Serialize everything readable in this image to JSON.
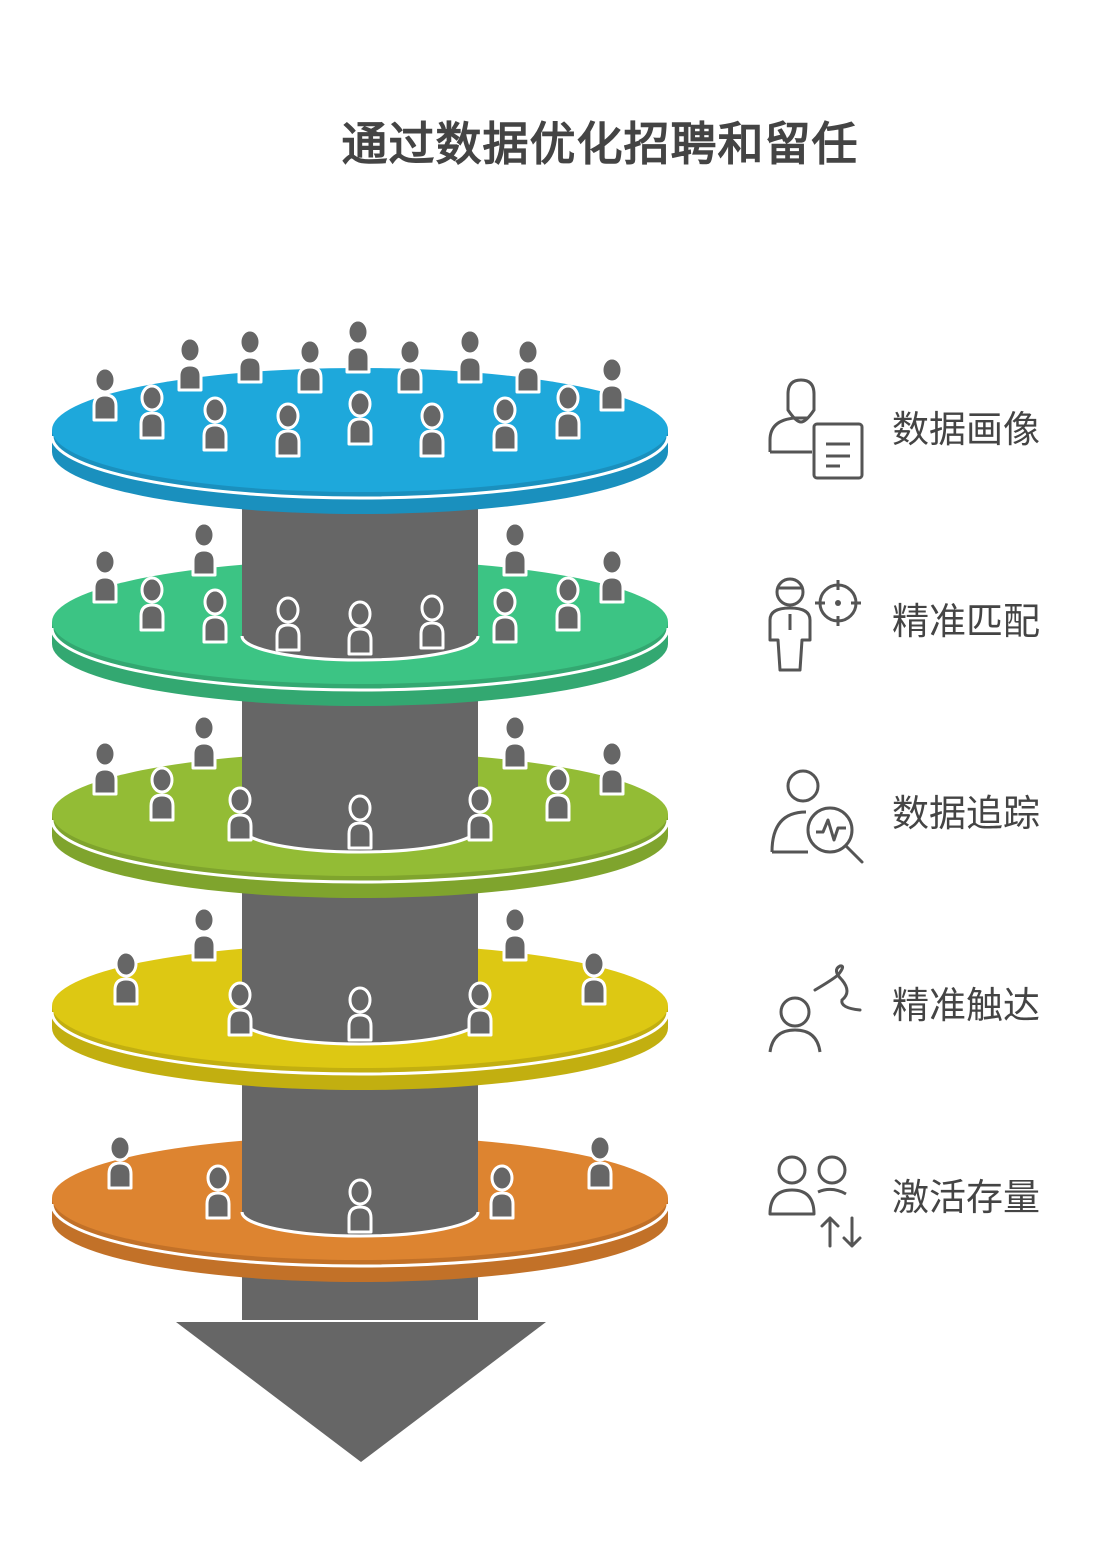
{
  "title": "通过数据优化招聘和留任",
  "colors": {
    "shaft": "#666666",
    "person": "#666666",
    "icon_stroke": "#555555",
    "text": "#444444"
  },
  "stages": [
    {
      "label": "数据画像",
      "icon": "profile-document-icon",
      "color": "#1EA8DB",
      "side": "#1A90BE"
    },
    {
      "label": "精准匹配",
      "icon": "person-target-icon",
      "color": "#3CC484",
      "side": "#33A871"
    },
    {
      "label": "数据追踪",
      "icon": "person-analytics-icon",
      "color": "#93BC35",
      "side": "#7FA42D"
    },
    {
      "label": "精准触达",
      "icon": "person-reach-icon",
      "color": "#DDC813",
      "side": "#C2AF10"
    },
    {
      "label": "激活存量",
      "icon": "users-exchange-icon",
      "color": "#DD8430",
      "side": "#C27128"
    }
  ]
}
